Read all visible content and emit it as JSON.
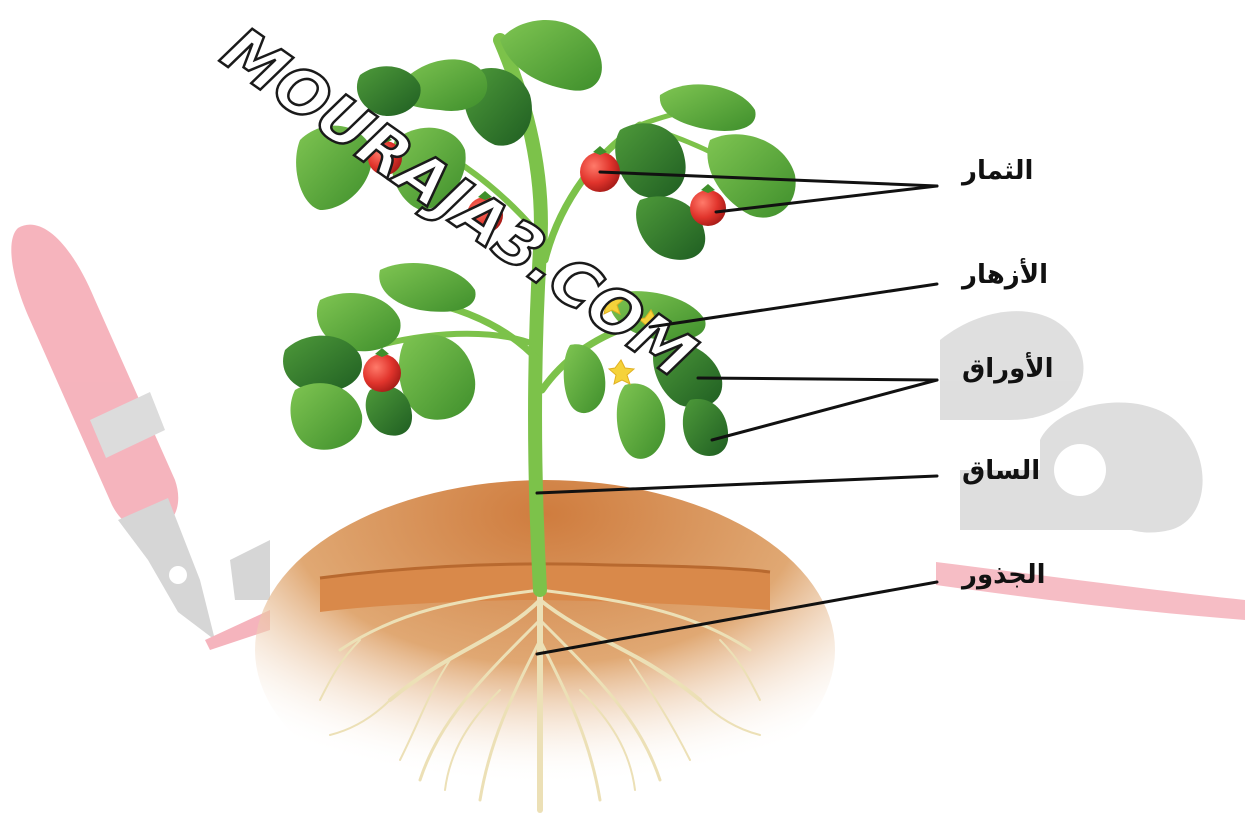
{
  "watermark": {
    "site_text": "MOURAJA3.COM",
    "brand_glyphs": "مك",
    "brand_color": "#f4a7b2",
    "brand_gray": "#cfcfcf"
  },
  "diagram": {
    "labels": {
      "fruits": "الثمار",
      "flowers": "الأزهار",
      "leaves": "الأوراق",
      "stem": "الساق",
      "roots": "الجذور"
    }
  },
  "colors": {
    "leaf": "#5aa832",
    "leaf_dark": "#2f7a2a",
    "stem": "#7cc24a",
    "fruit": "#e1342c",
    "flower": "#f5d23a",
    "soil": "#d9894a",
    "root": "#e9dcb0",
    "leader": "#111111"
  }
}
